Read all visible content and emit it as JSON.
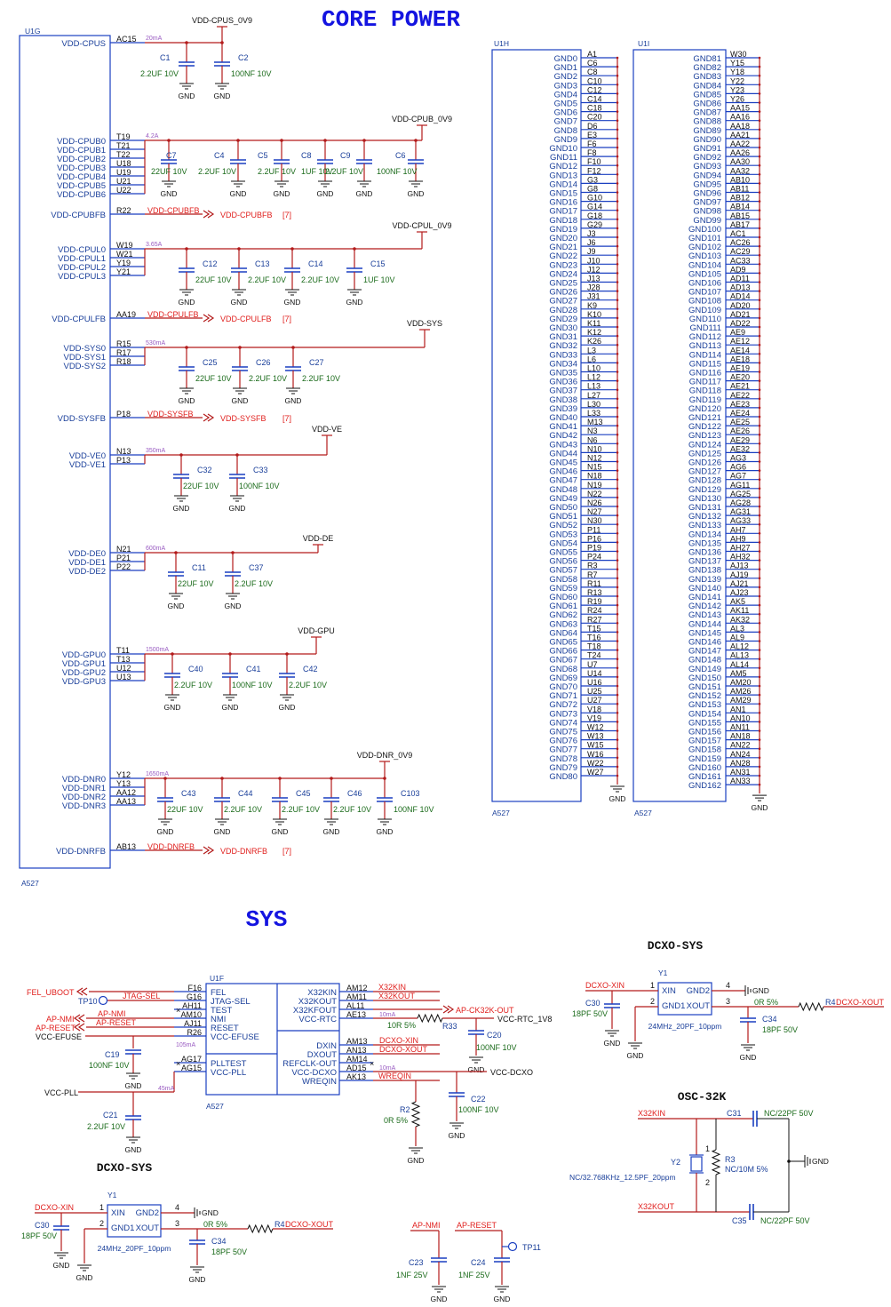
{
  "titles": {
    "core_power": "CORE POWER",
    "sys": "SYS"
  },
  "u1g": {
    "ref": "U1G",
    "part": "A527",
    "groups": [
      {
        "pins": [
          "VDD-CPUS"
        ],
        "balls": [
          "AC15"
        ],
        "rail": "VDD-CPUS_0V9",
        "current": "20mA",
        "caps": [
          {
            "ref": "C1",
            "val": "2.2UF 10V"
          },
          {
            "ref": "C2",
            "val": "100NF 10V"
          }
        ]
      },
      {
        "pins": [
          "VDD-CPUB0",
          "VDD-CPUB1",
          "VDD-CPUB2",
          "VDD-CPUB3",
          "VDD-CPUB4",
          "VDD-CPUB5",
          "VDD-CPUB6"
        ],
        "balls": [
          "T19",
          "T21",
          "T22",
          "U18",
          "U19",
          "U21",
          "U22"
        ],
        "rail": "VDD-CPUB_0V9",
        "current": "4.2A",
        "caps": [
          {
            "ref": "C7",
            "val": "22UF 10V"
          },
          {
            "ref": "C4",
            "val": "2.2UF 10V"
          },
          {
            "ref": "C5",
            "val": "2.2UF 10V"
          },
          {
            "ref": "C8",
            "val": "1UF 10V"
          },
          {
            "ref": "C9",
            "val": "2.2UF 10V"
          },
          {
            "ref": "C6",
            "val": "100NF 10V"
          }
        ]
      },
      {
        "pins": [
          "VDD-CPUL0",
          "VDD-CPUL1",
          "VDD-CPUL2",
          "VDD-CPUL3"
        ],
        "balls": [
          "W19",
          "W21",
          "Y19",
          "Y21"
        ],
        "rail": "VDD-CPUL_0V9",
        "current": "3.65A",
        "caps": [
          {
            "ref": "C12",
            "val": "22UF 10V"
          },
          {
            "ref": "C13",
            "val": "2.2UF 10V"
          },
          {
            "ref": "C14",
            "val": "2.2UF 10V"
          },
          {
            "ref": "C15",
            "val": "1UF 10V"
          }
        ]
      },
      {
        "pins": [
          "VDD-SYS0",
          "VDD-SYS1",
          "VDD-SYS2"
        ],
        "balls": [
          "R15",
          "R17",
          "R18"
        ],
        "rail": "VDD-SYS",
        "current": "530mA",
        "caps": [
          {
            "ref": "C25",
            "val": "22UF 10V"
          },
          {
            "ref": "C26",
            "val": "2.2UF 10V"
          },
          {
            "ref": "C27",
            "val": "2.2UF 10V"
          }
        ]
      },
      {
        "pins": [
          "VDD-VE0",
          "VDD-VE1"
        ],
        "balls": [
          "N13",
          "P13"
        ],
        "rail": "VDD-VE",
        "current": "350mA",
        "caps": [
          {
            "ref": "C32",
            "val": "22UF 10V"
          },
          {
            "ref": "C33",
            "val": "100NF 10V"
          }
        ]
      },
      {
        "pins": [
          "VDD-DE0",
          "VDD-DE1",
          "VDD-DE2"
        ],
        "balls": [
          "N21",
          "P21",
          "P22"
        ],
        "rail": "VDD-DE",
        "current": "600mA",
        "caps": [
          {
            "ref": "C11",
            "val": "22UF 10V"
          },
          {
            "ref": "C37",
            "val": "2.2UF 10V"
          }
        ]
      },
      {
        "pins": [
          "VDD-GPU0",
          "VDD-GPU1",
          "VDD-GPU2",
          "VDD-GPU3"
        ],
        "balls": [
          "T11",
          "T13",
          "U12",
          "U13"
        ],
        "rail": "VDD-GPU",
        "current": "1500mA",
        "caps": [
          {
            "ref": "C40",
            "val": "2.2UF 10V"
          },
          {
            "ref": "C41",
            "val": "100NF 10V"
          },
          {
            "ref": "C42",
            "val": "2.2UF 10V"
          }
        ]
      },
      {
        "pins": [
          "VDD-DNR0",
          "VDD-DNR1",
          "VDD-DNR2",
          "VDD-DNR3"
        ],
        "balls": [
          "Y12",
          "Y13",
          "AA12",
          "AA13"
        ],
        "rail": "VDD-DNR_0V9",
        "current": "1650mA",
        "caps": [
          {
            "ref": "C43",
            "val": "22UF 10V"
          },
          {
            "ref": "C44",
            "val": "2.2UF 10V"
          },
          {
            "ref": "C45",
            "val": "2.2UF 10V"
          },
          {
            "ref": "C46",
            "val": "2.2UF 10V"
          },
          {
            "ref": "C103",
            "val": "100NF 10V"
          }
        ]
      }
    ],
    "feedbacks": [
      {
        "pin": "VDD-CPUBFB",
        "ball": "R22",
        "net": "VDD-CPUBFB",
        "page": "[7]"
      },
      {
        "pin": "VDD-CPULFB",
        "ball": "AA19",
        "net": "VDD-CPULFB",
        "page": "[7]"
      },
      {
        "pin": "VDD-SYSFB",
        "ball": "P18",
        "net": "VDD-SYSFB",
        "page": "[7]"
      },
      {
        "pin": "VDD-DNRFB",
        "ball": "AB13",
        "net": "VDD-DNRFB",
        "page": "[7]"
      }
    ]
  },
  "u1h": {
    "ref": "U1H",
    "part": "A527",
    "balls": [
      "A1",
      "C6",
      "C8",
      "C10",
      "C12",
      "C14",
      "C18",
      "C20",
      "D6",
      "E3",
      "F6",
      "F8",
      "F10",
      "F12",
      "G3",
      "G8",
      "G10",
      "G14",
      "G18",
      "G29",
      "J3",
      "J6",
      "J9",
      "J10",
      "J12",
      "J13",
      "J28",
      "J31",
      "K9",
      "K10",
      "K11",
      "K12",
      "K26",
      "L3",
      "L6",
      "L10",
      "L12",
      "L13",
      "L27",
      "L30",
      "L33",
      "M13",
      "N3",
      "N6",
      "N10",
      "N12",
      "N15",
      "N18",
      "N19",
      "N22",
      "N26",
      "N27",
      "N30",
      "P11",
      "P16",
      "P19",
      "P24",
      "R3",
      "R7",
      "R11",
      "R13",
      "R19",
      "R24",
      "R27",
      "T15",
      "T16",
      "T18",
      "T24",
      "U7",
      "U14",
      "U16",
      "U25",
      "U27",
      "V18",
      "V19",
      "W12",
      "W13",
      "W15",
      "W16",
      "W22",
      "W27"
    ],
    "gnd": "GND"
  },
  "u1i": {
    "ref": "U1I",
    "part": "A527",
    "balls": [
      "W30",
      "Y15",
      "Y18",
      "Y22",
      "Y23",
      "Y26",
      "AA15",
      "AA16",
      "AA18",
      "AA21",
      "AA22",
      "AA26",
      "AA30",
      "AA32",
      "AB10",
      "AB11",
      "AB12",
      "AB14",
      "AB15",
      "AB17",
      "AC1",
      "AC26",
      "AC29",
      "AC33",
      "AD9",
      "AD11",
      "AD13",
      "AD14",
      "AD20",
      "AD21",
      "AD22",
      "AE9",
      "AE12",
      "AE14",
      "AE18",
      "AE19",
      "AE20",
      "AE21",
      "AE22",
      "AE23",
      "AE24",
      "AE25",
      "AE26",
      "AE29",
      "AE32",
      "AG3",
      "AG6",
      "AG7",
      "AG11",
      "AG25",
      "AG28",
      "AG31",
      "AG33",
      "AH7",
      "AH9",
      "AH27",
      "AH32",
      "AJ13",
      "AJ19",
      "AJ21",
      "AJ23",
      "AK5",
      "AK11",
      "AK32",
      "AL3",
      "AL9",
      "AL12",
      "AL13",
      "AL14",
      "AM5",
      "AM20",
      "AM26",
      "AM29",
      "AN1",
      "AN10",
      "AN11",
      "AN18",
      "AN22",
      "AN24",
      "AN28",
      "AN31",
      "AN33"
    ],
    "gnd_start": 81,
    "gnd": "GND"
  },
  "u1f": {
    "ref": "U1F",
    "part": "A527",
    "left_pins": [
      {
        "name": "FEL",
        "ball": "F16",
        "net": "FEL_UBOOT"
      },
      {
        "name": "JTAG-SEL",
        "ball": "G16",
        "net": "JTAG-SEL"
      },
      {
        "name": "TEST",
        "ball": "AH11",
        "net": ""
      },
      {
        "name": "NMI",
        "ball": "AM10",
        "net": "AP-NMI"
      },
      {
        "name": "RESET",
        "ball": "AJ11",
        "net": "AP-RESET"
      },
      {
        "name": "VCC-EFUSE",
        "ball": "R26",
        "net": "VCC-EFUSE"
      },
      {
        "name": "PLLTEST",
        "ball": "AG17",
        "net": ""
      },
      {
        "name": "VCC-PLL",
        "ball": "AG15",
        "net": "VCC-PLL"
      }
    ],
    "right_pins": [
      {
        "name": "X32KIN",
        "ball": "AM12",
        "net": "X32KIN"
      },
      {
        "name": "X32KOUT",
        "ball": "AM11",
        "net": "X32KOUT"
      },
      {
        "name": "X32KFOUT",
        "ball": "AL11",
        "net": ""
      },
      {
        "name": "VCC-RTC",
        "ball": "AE13",
        "net": "VCC-RTC_1V8"
      },
      {
        "name": "DXIN",
        "ball": "AM13",
        "net": "DCXO-XIN"
      },
      {
        "name": "DXOUT",
        "ball": "AN13",
        "net": "DCXO-XOUT"
      },
      {
        "name": "REFCLK-OUT",
        "ball": "AM14",
        "net": ""
      },
      {
        "name": "VCC-DCXO",
        "ball": "AD15",
        "net": "VCC-DCXO"
      },
      {
        "name": "WREQIN",
        "ball": "AK13",
        "net": "WREQIN"
      }
    ],
    "misc": {
      "tp10": "TP10",
      "tp11": "TP11",
      "ap_ck32k": "AP-CK32K-OUT",
      "r33": {
        "ref": "R33",
        "val": "10R 5%"
      },
      "r2": {
        "ref": "R2",
        "val": "0R 5%"
      },
      "c19": {
        "ref": "C19",
        "val": "100NF 10V"
      },
      "c21": {
        "ref": "C21",
        "val": "2.2UF 10V"
      },
      "c20": {
        "ref": "C20",
        "val": "100NF 10V"
      },
      "c22": {
        "ref": "C22",
        "val": "100NF 10V"
      },
      "c23": {
        "ref": "C23",
        "val": "1NF 25V"
      },
      "c24": {
        "ref": "C24",
        "val": "1NF 25V"
      },
      "i_efuse": "105mA",
      "i_pll": "45mA",
      "i_rtc": "10mA",
      "i_dcxo": "10mA"
    }
  },
  "dcxo": {
    "title": "DCXO-SYS",
    "ref": "Y1",
    "part": "24MHz_20PF_10ppm",
    "pins": [
      "XIN",
      "GND2",
      "GND1",
      "XOUT"
    ],
    "pin_nums": [
      "1",
      "4",
      "2",
      "3"
    ],
    "c30": {
      "ref": "C30",
      "val": "18PF 50V"
    },
    "c34": {
      "ref": "C34",
      "val": "18PF 50V"
    },
    "r4": {
      "ref": "R4",
      "val": "0R 5%"
    },
    "in_net": "DCXO-XIN",
    "out_net": "DCXO-XOUT"
  },
  "osc32k": {
    "title": "OSC-32K",
    "ref": "Y2",
    "part": "NC/32.768KHz_12.5PF_20ppm",
    "r3": {
      "ref": "R3",
      "val": "NC/10M 5%"
    },
    "c31": {
      "ref": "C31",
      "val": "NC/22PF 50V"
    },
    "c35": {
      "ref": "C35",
      "val": "NC/22PF 50V"
    },
    "in_net": "X32KIN",
    "out_net": "X32KOUT"
  },
  "gnd_label": "GND",
  "colors": {
    "wire": "#b31b1b",
    "pinwire": "#1a3fc0",
    "ref": "#1a3f9a",
    "value": "#1b6b1b",
    "signal": "#e0201e",
    "title": "#1414e0"
  }
}
